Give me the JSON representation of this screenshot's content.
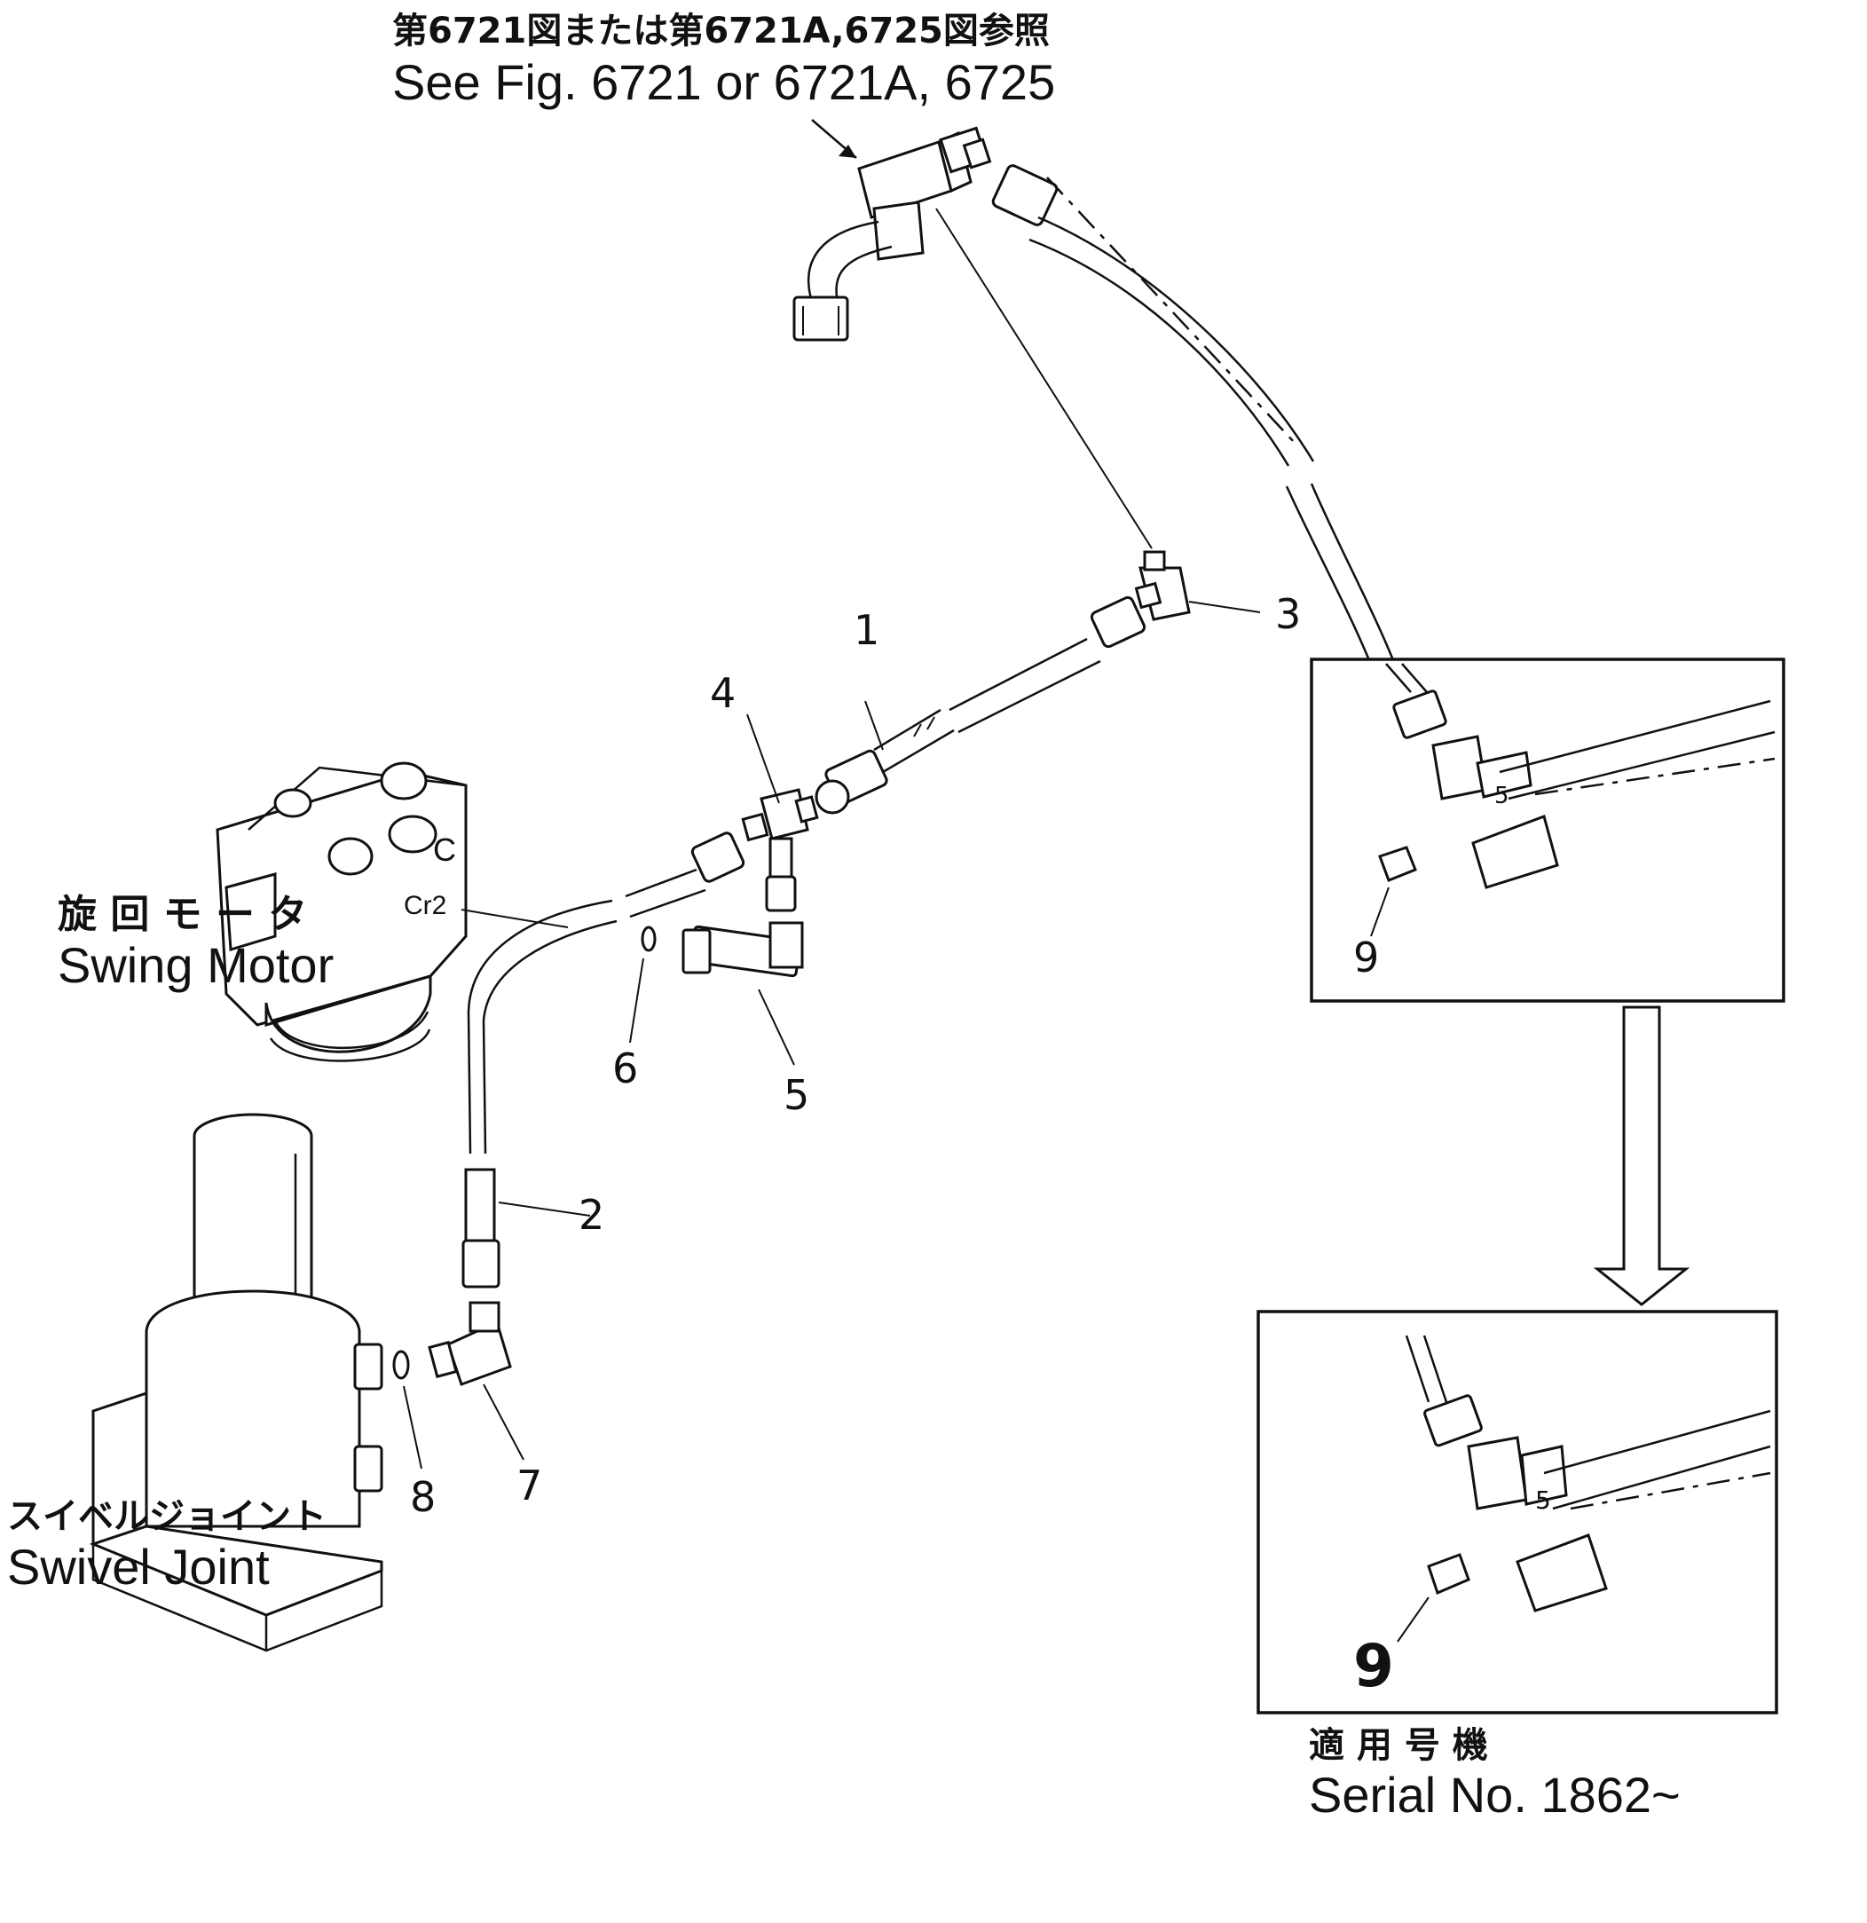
{
  "reference": {
    "japanese": "第6721図または第6721A,6725図参照",
    "english": "See Fig. 6721 or 6721A, 6725"
  },
  "labels": {
    "swing_motor_jp": "旋 回 モ ー タ",
    "swing_motor_en": "Swing Motor",
    "swivel_joint_jp": "スイベルジョイント",
    "swivel_joint_en": "Swivel Joint",
    "serial_jp": "適 用 号 機",
    "serial_en": "Serial No. 1862~"
  },
  "callouts": [
    "1",
    "2",
    "3",
    "4",
    "5",
    "6",
    "7",
    "8",
    "9",
    "9"
  ],
  "port_marks": [
    "C",
    "Cr2"
  ]
}
